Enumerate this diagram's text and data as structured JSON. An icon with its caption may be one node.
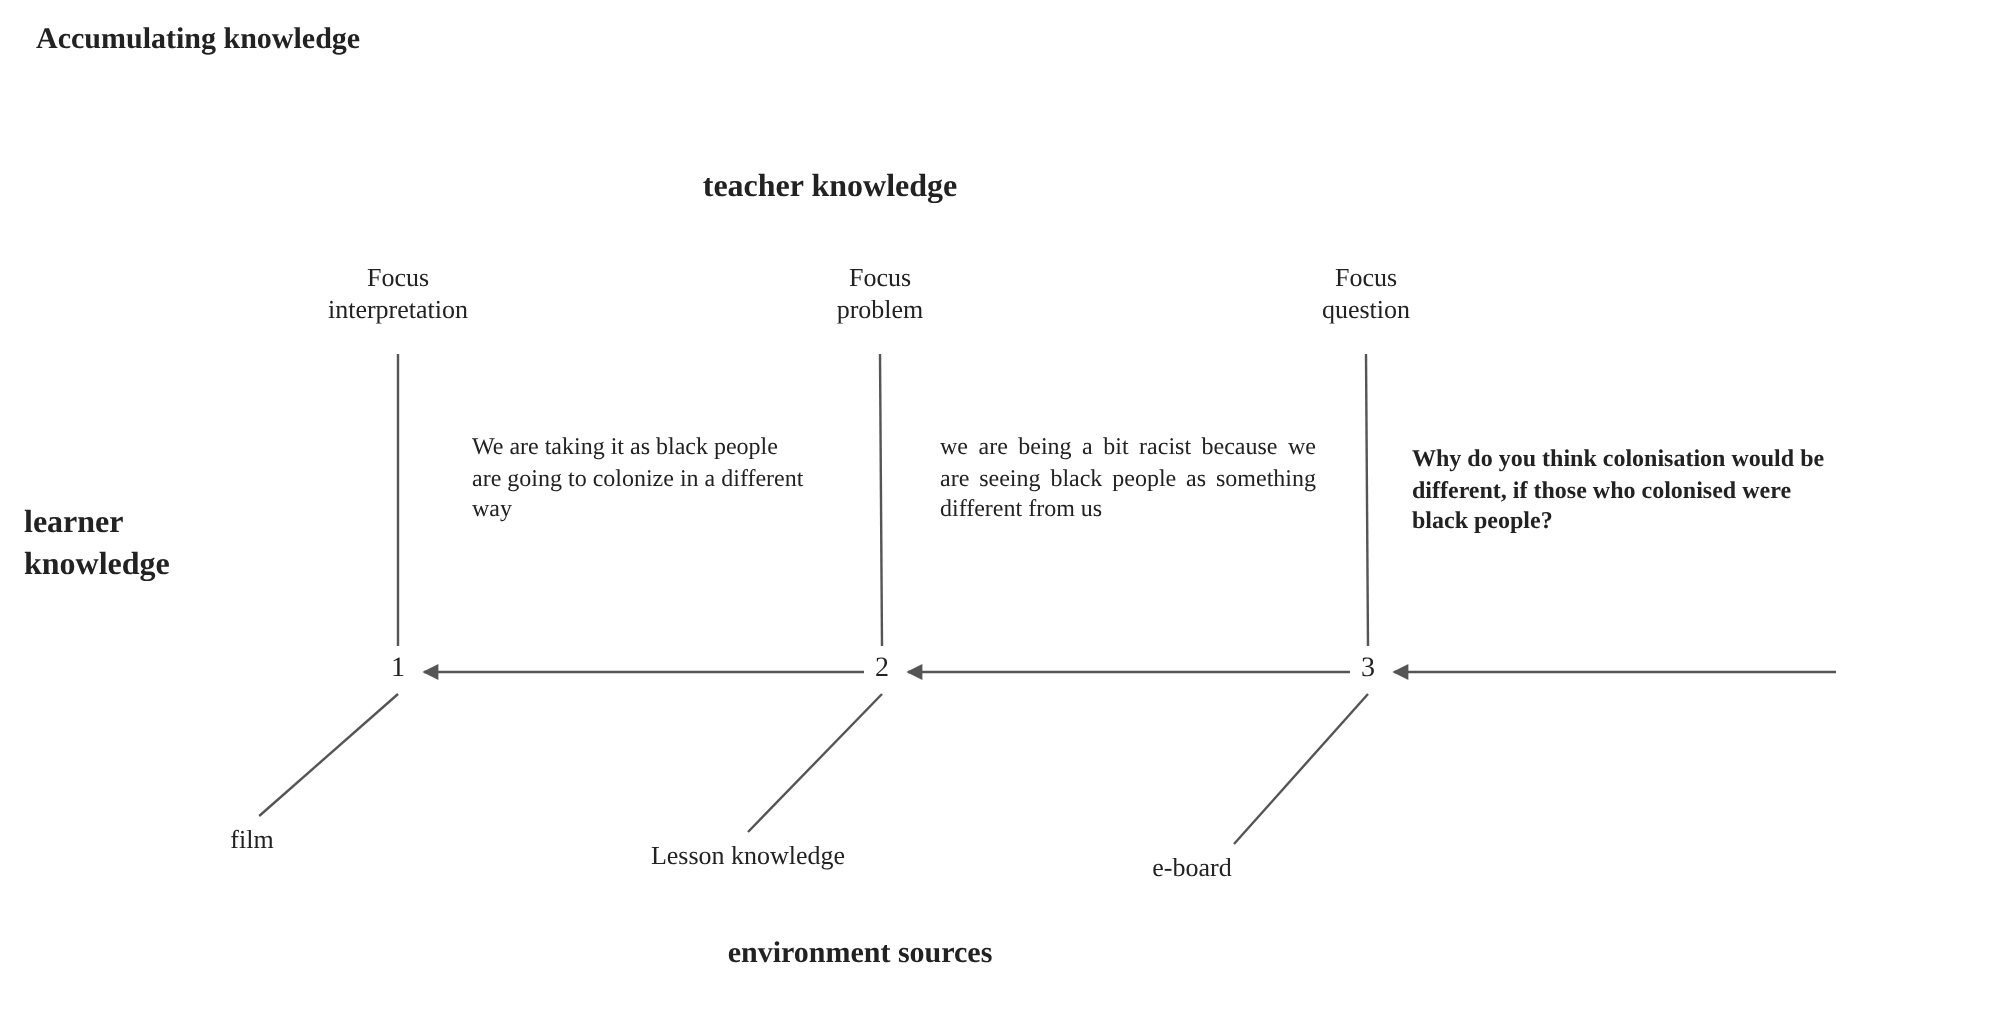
{
  "diagram": {
    "title": "Accumulating knowledge",
    "nodes": [
      {
        "text": [
          "Focus interpretation"
        ]
      },
      {
        "text": [
          "Focus problem"
        ]
      },
      {
        "text": [
          "Focus question"
        ]
      },
      {
        "text": [
          "1"
        ]
      },
      {
        "text": [
          "2"
        ]
      },
      {
        "text": [
          "3"
        ]
      },
      {
        "text": [
          "film"
        ]
      },
      {
        "text": [
          "Lesson knowledge"
        ]
      },
      {
        "text": [
          "e-board"
        ]
      }
    ],
    "edges": [
      {
        "from": 0,
        "to": 3,
        "arrow": "none"
      },
      {
        "from": 1,
        "to": 4,
        "arrow": "none"
      },
      {
        "from": 2,
        "to": 5,
        "arrow": "none"
      },
      {
        "from": 4,
        "to": 3,
        "arrow": "to"
      },
      {
        "from": 5,
        "to": 4,
        "arrow": "to"
      },
      {
        "from": null,
        "to": 5,
        "arrow": "to"
      },
      {
        "from": 3,
        "to": 6,
        "arrow": "none"
      },
      {
        "from": 4,
        "to": 7,
        "arrow": "none"
      },
      {
        "from": 5,
        "to": 8,
        "arrow": "none"
      }
    ],
    "labels": [
      "teacher knowledge",
      "learner knowledge",
      "We are taking it as black people are going to colonize in a different way",
      "we are being a bit racist because we are seeing black people as something different from us",
      "Why do you think colonisation would be different, if those who colonised were black people?",
      "environment sources"
    ]
  }
}
